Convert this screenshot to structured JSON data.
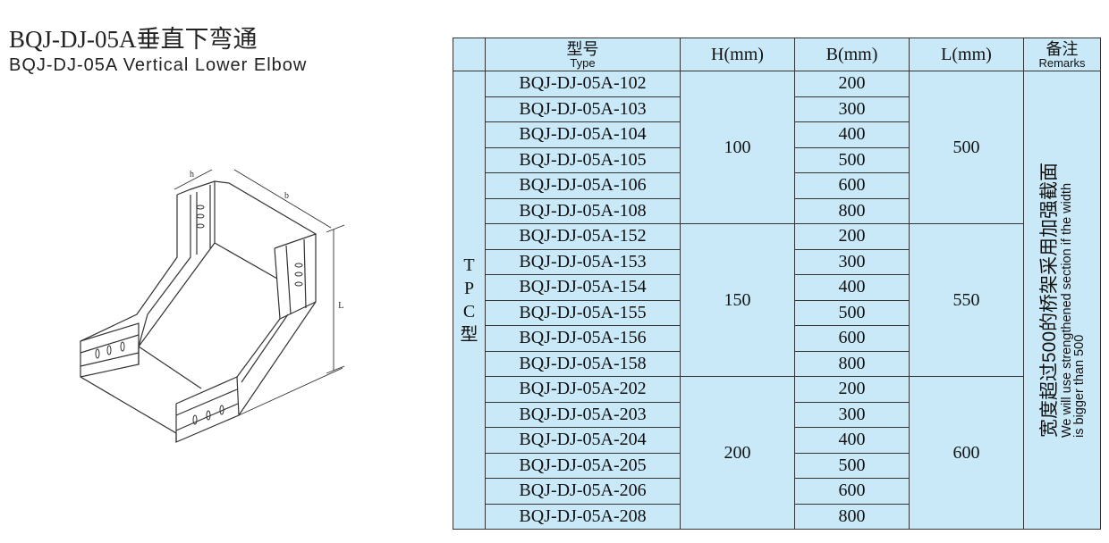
{
  "title_cn": "BQJ-DJ-05A垂直下弯通",
  "title_en": "BQJ-DJ-05A   Vertical Lower Elbow",
  "drawing_labels": {
    "h": "h",
    "b": "b",
    "L": "L"
  },
  "table": {
    "headers": {
      "type_cn": "型号",
      "type_en": "Type",
      "h": "H(mm)",
      "b": "B(mm)",
      "l": "L(mm)",
      "remarks_cn": "备注",
      "remarks_en": "Remarks"
    },
    "series": [
      "T",
      "P",
      "C",
      "型"
    ],
    "groups": [
      {
        "h": "100",
        "l": "500",
        "rows": [
          {
            "type": "BQJ-DJ-05A-102",
            "b": "200"
          },
          {
            "type": "BQJ-DJ-05A-103",
            "b": "300"
          },
          {
            "type": "BQJ-DJ-05A-104",
            "b": "400"
          },
          {
            "type": "BQJ-DJ-05A-105",
            "b": "500"
          },
          {
            "type": "BQJ-DJ-05A-106",
            "b": "600"
          },
          {
            "type": "BQJ-DJ-05A-108",
            "b": "800"
          }
        ]
      },
      {
        "h": "150",
        "l": "550",
        "rows": [
          {
            "type": "BQJ-DJ-05A-152",
            "b": "200"
          },
          {
            "type": "BQJ-DJ-05A-153",
            "b": "300"
          },
          {
            "type": "BQJ-DJ-05A-154",
            "b": "400"
          },
          {
            "type": "BQJ-DJ-05A-155",
            "b": "500"
          },
          {
            "type": "BQJ-DJ-05A-156",
            "b": "600"
          },
          {
            "type": "BQJ-DJ-05A-158",
            "b": "800"
          }
        ]
      },
      {
        "h": "200",
        "l": "600",
        "rows": [
          {
            "type": "BQJ-DJ-05A-202",
            "b": "200"
          },
          {
            "type": "BQJ-DJ-05A-203",
            "b": "300"
          },
          {
            "type": "BQJ-DJ-05A-204",
            "b": "400"
          },
          {
            "type": "BQJ-DJ-05A-205",
            "b": "500"
          },
          {
            "type": "BQJ-DJ-05A-206",
            "b": "600"
          },
          {
            "type": "BQJ-DJ-05A-208",
            "b": "800"
          }
        ]
      }
    ],
    "remarks_cn": "宽度超过500的桥架采用加强截面",
    "remarks_en_1": "We will use strengthened section if the width",
    "remarks_en_2": "is bigger than 500"
  }
}
